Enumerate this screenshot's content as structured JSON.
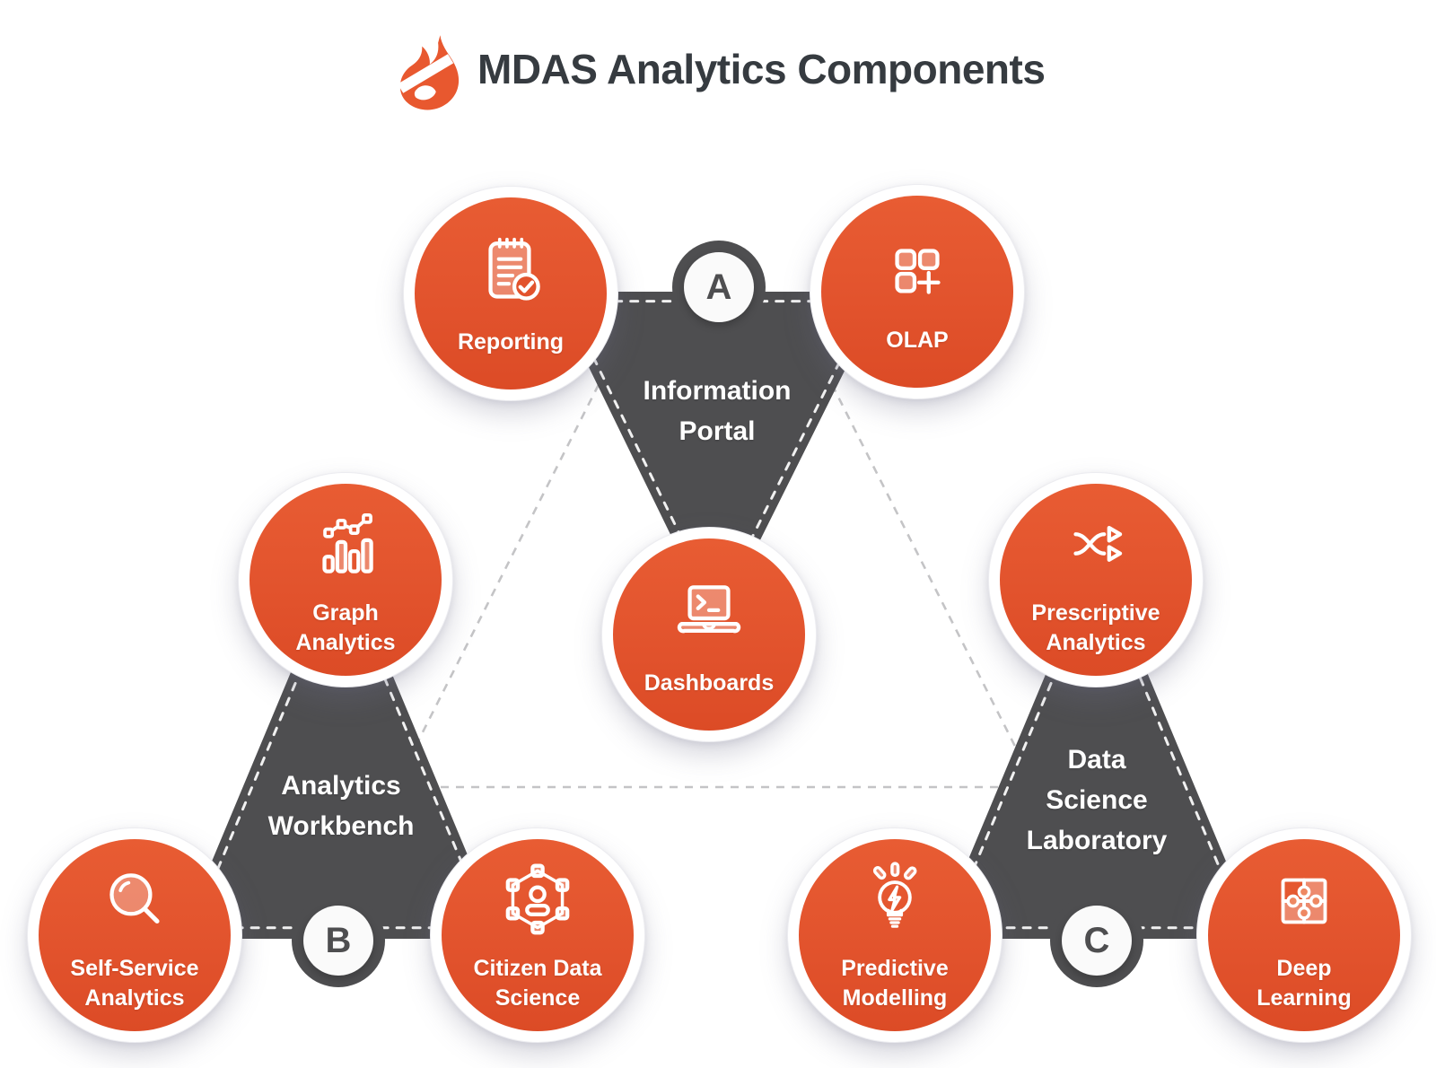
{
  "header": {
    "title": "MDAS Analytics Components",
    "logo_icon": "flame-icon"
  },
  "colors": {
    "accent_orange": "#E2532D",
    "icon_light_fill": "#EE8862",
    "hub_gray": "#4E4E50",
    "connector_gray": "#C4C4C6",
    "title_text": "#363B40",
    "label_text": "#FFFFFF"
  },
  "hubs": [
    {
      "badge": "A",
      "title": "Information Portal",
      "title_lines": [
        "Information",
        "Portal"
      ]
    },
    {
      "badge": "B",
      "title": "Analytics Workbench",
      "title_lines": [
        "Analytics",
        "Workbench"
      ]
    },
    {
      "badge": "C",
      "title": "Data Science Laboratory",
      "title_lines": [
        "Data",
        "Science",
        "Laboratory"
      ]
    }
  ],
  "components": [
    {
      "label": "Reporting",
      "icon": "notepad-check-icon",
      "hub": "A"
    },
    {
      "label": "OLAP",
      "icon": "grid-plus-icon",
      "hub": "A"
    },
    {
      "label": "Dashboards",
      "icon": "laptop-terminal-icon",
      "hub": "A"
    },
    {
      "label": "Graph Analytics",
      "icon": "bar-line-chart-icon",
      "hub": "B"
    },
    {
      "label": "Self-Service Analytics",
      "icon": "magnifier-icon",
      "hub": "B"
    },
    {
      "label": "Citizen Data Science",
      "icon": "user-network-icon",
      "hub": "B"
    },
    {
      "label": "Prescriptive Analytics",
      "icon": "shuffle-arrows-icon",
      "hub": "C"
    },
    {
      "label": "Predictive Modelling",
      "icon": "lightbulb-bolt-icon",
      "hub": "C"
    },
    {
      "label": "Deep Learning",
      "icon": "puzzle-icon",
      "hub": "C"
    }
  ]
}
